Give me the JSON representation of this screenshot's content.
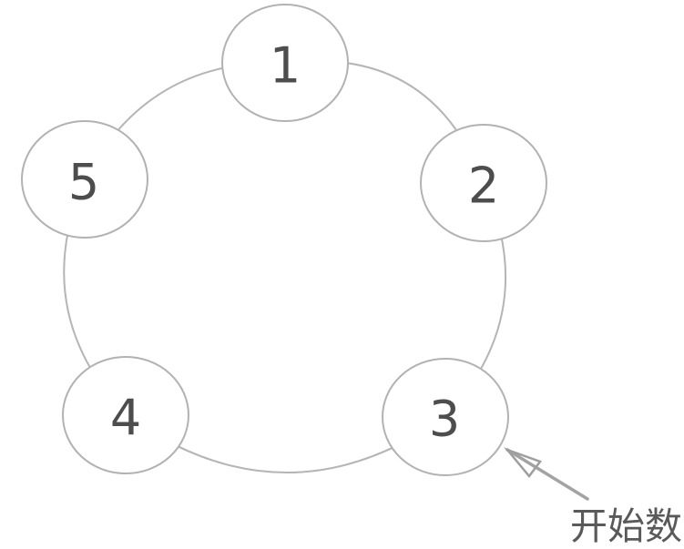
{
  "diagram": {
    "nodes": [
      {
        "label": "1"
      },
      {
        "label": "2"
      },
      {
        "label": "3"
      },
      {
        "label": "4"
      },
      {
        "label": "5"
      }
    ],
    "annotation": {
      "text": "开始数",
      "points_to_node": "3"
    },
    "colors": {
      "ring_stroke": "#b5b5b5",
      "node_fill": "#ffffff",
      "node_stroke": "#b2b2b2",
      "node_label": "#4d4d4d",
      "arrow": "#a3a3a3",
      "arrow_head": "#9e9e9e",
      "annotation_text": "#595959",
      "background": "#ffffff"
    }
  }
}
